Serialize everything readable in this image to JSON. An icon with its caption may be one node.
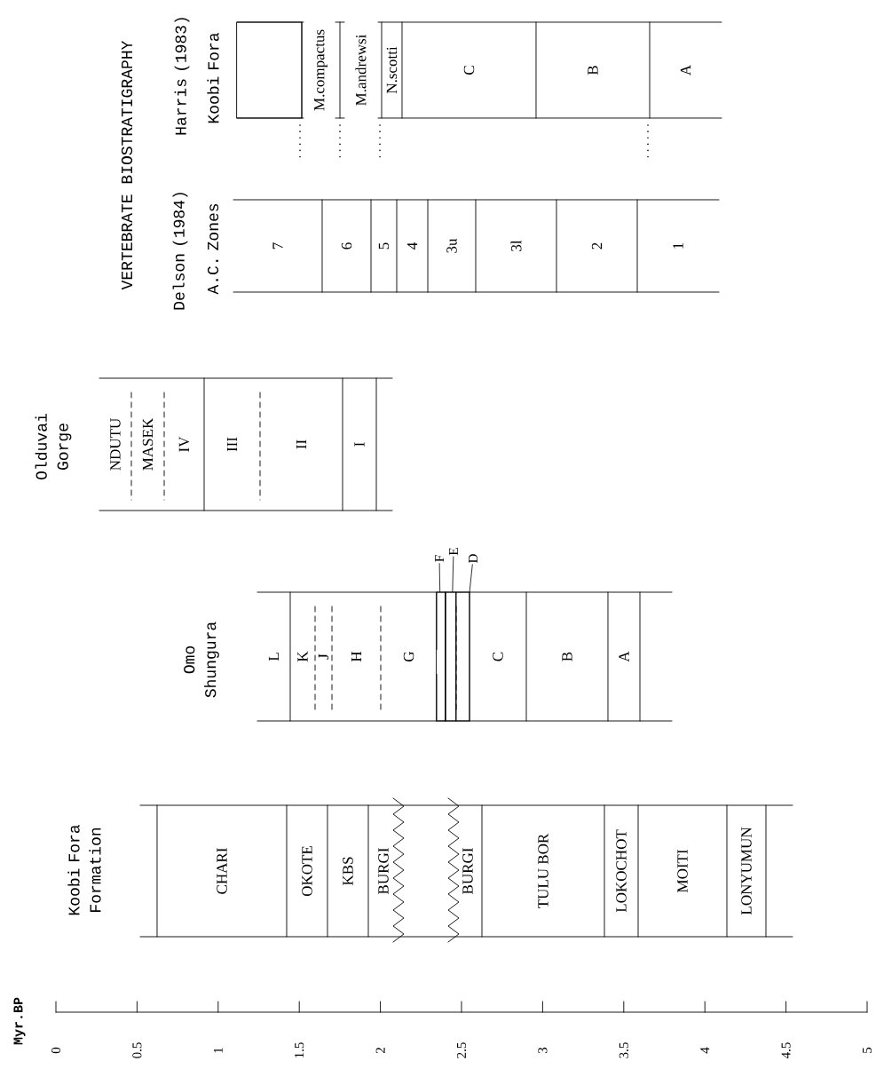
{
  "diagram": {
    "title": "VERTEBRATE BIOSTRATIGRAPHY",
    "nodes": [
      {
        "text": [
          "Koobi Fora Formation"
        ]
      },
      {
        "text": [
          "CHARI"
        ],
        "in": 0
      },
      {
        "text": [
          "OKOTE"
        ],
        "in": 0
      },
      {
        "text": [
          "KBS"
        ],
        "in": 0
      },
      {
        "text": [
          "BURGI"
        ],
        "in": 0
      },
      {
        "text": [
          "BURGI"
        ],
        "in": 0
      },
      {
        "text": [
          "TULU BOR"
        ],
        "in": 0
      },
      {
        "text": [
          "LOKOCHOT"
        ],
        "in": 0
      },
      {
        "text": [
          "MOITI"
        ],
        "in": 0
      },
      {
        "text": [
          "LONYUMUN"
        ],
        "in": 0
      },
      {
        "text": [
          "Omo Shungura"
        ]
      },
      {
        "text": [
          "L"
        ],
        "in": 10
      },
      {
        "text": [
          "K"
        ],
        "in": 10
      },
      {
        "text": [
          "J"
        ],
        "in": 10
      },
      {
        "text": [
          "H"
        ],
        "in": 10
      },
      {
        "text": [
          "G"
        ],
        "in": 10
      },
      {
        "text": [],
        "shape": "box",
        "in": 10
      },
      {
        "text": [],
        "shape": "box",
        "in": 10
      },
      {
        "text": [],
        "shape": "box",
        "in": 10
      },
      {
        "text": [
          "C"
        ],
        "in": 10
      },
      {
        "text": [
          "B"
        ],
        "in": 10
      },
      {
        "text": [
          "A"
        ],
        "in": 10
      },
      {
        "text": [
          "F"
        ]
      },
      {
        "text": [
          "E"
        ]
      },
      {
        "text": [
          "D"
        ]
      },
      {
        "text": [
          "Olduvai Gorge"
        ]
      },
      {
        "text": [
          "NDUTU"
        ],
        "in": 25
      },
      {
        "text": [
          "MASEK"
        ],
        "in": 25
      },
      {
        "text": [
          "IV"
        ],
        "in": 25
      },
      {
        "text": [
          "III"
        ],
        "in": 25
      },
      {
        "text": [
          "II"
        ],
        "in": 25
      },
      {
        "text": [
          "I"
        ],
        "in": 25
      },
      {
        "text": [
          "Delson (1984)",
          "A.C. Zones"
        ]
      },
      {
        "text": [
          "7"
        ],
        "in": 32
      },
      {
        "text": [
          "6"
        ],
        "in": 32
      },
      {
        "text": [
          "5"
        ],
        "in": 32
      },
      {
        "text": [
          "4"
        ],
        "in": 32
      },
      {
        "text": [
          "3u"
        ],
        "in": 32
      },
      {
        "text": [
          "3l"
        ],
        "in": 32
      },
      {
        "text": [
          "2"
        ],
        "in": 32
      },
      {
        "text": [
          "1"
        ],
        "in": 32
      },
      {
        "text": [
          "Harris (1983)",
          "Koobi Fora"
        ]
      },
      {
        "text": [],
        "shape": "box",
        "in": 41
      },
      {
        "text": [
          "M.compactus"
        ],
        "in": 41
      },
      {
        "text": [
          "M.andrewsi"
        ],
        "in": 41
      },
      {
        "text": [
          "N.scotti"
        ],
        "in": 41
      },
      {
        "text": [
          "C"
        ],
        "in": 41
      },
      {
        "text": [
          "B"
        ],
        "in": 41
      },
      {
        "text": [
          "A"
        ],
        "in": 41
      }
    ],
    "edges": [
      {
        "from": 22,
        "to": 16,
        "arrow": "none"
      },
      {
        "from": 23,
        "to": 17,
        "arrow": "none"
      },
      {
        "from": 24,
        "to": 18,
        "arrow": "none"
      }
    ],
    "labels": [
      "Myr.BP",
      "0",
      "0.5",
      "1",
      "1.5",
      "2",
      "2.5",
      "3",
      "3.5",
      "4",
      "4.5",
      "5"
    ]
  }
}
